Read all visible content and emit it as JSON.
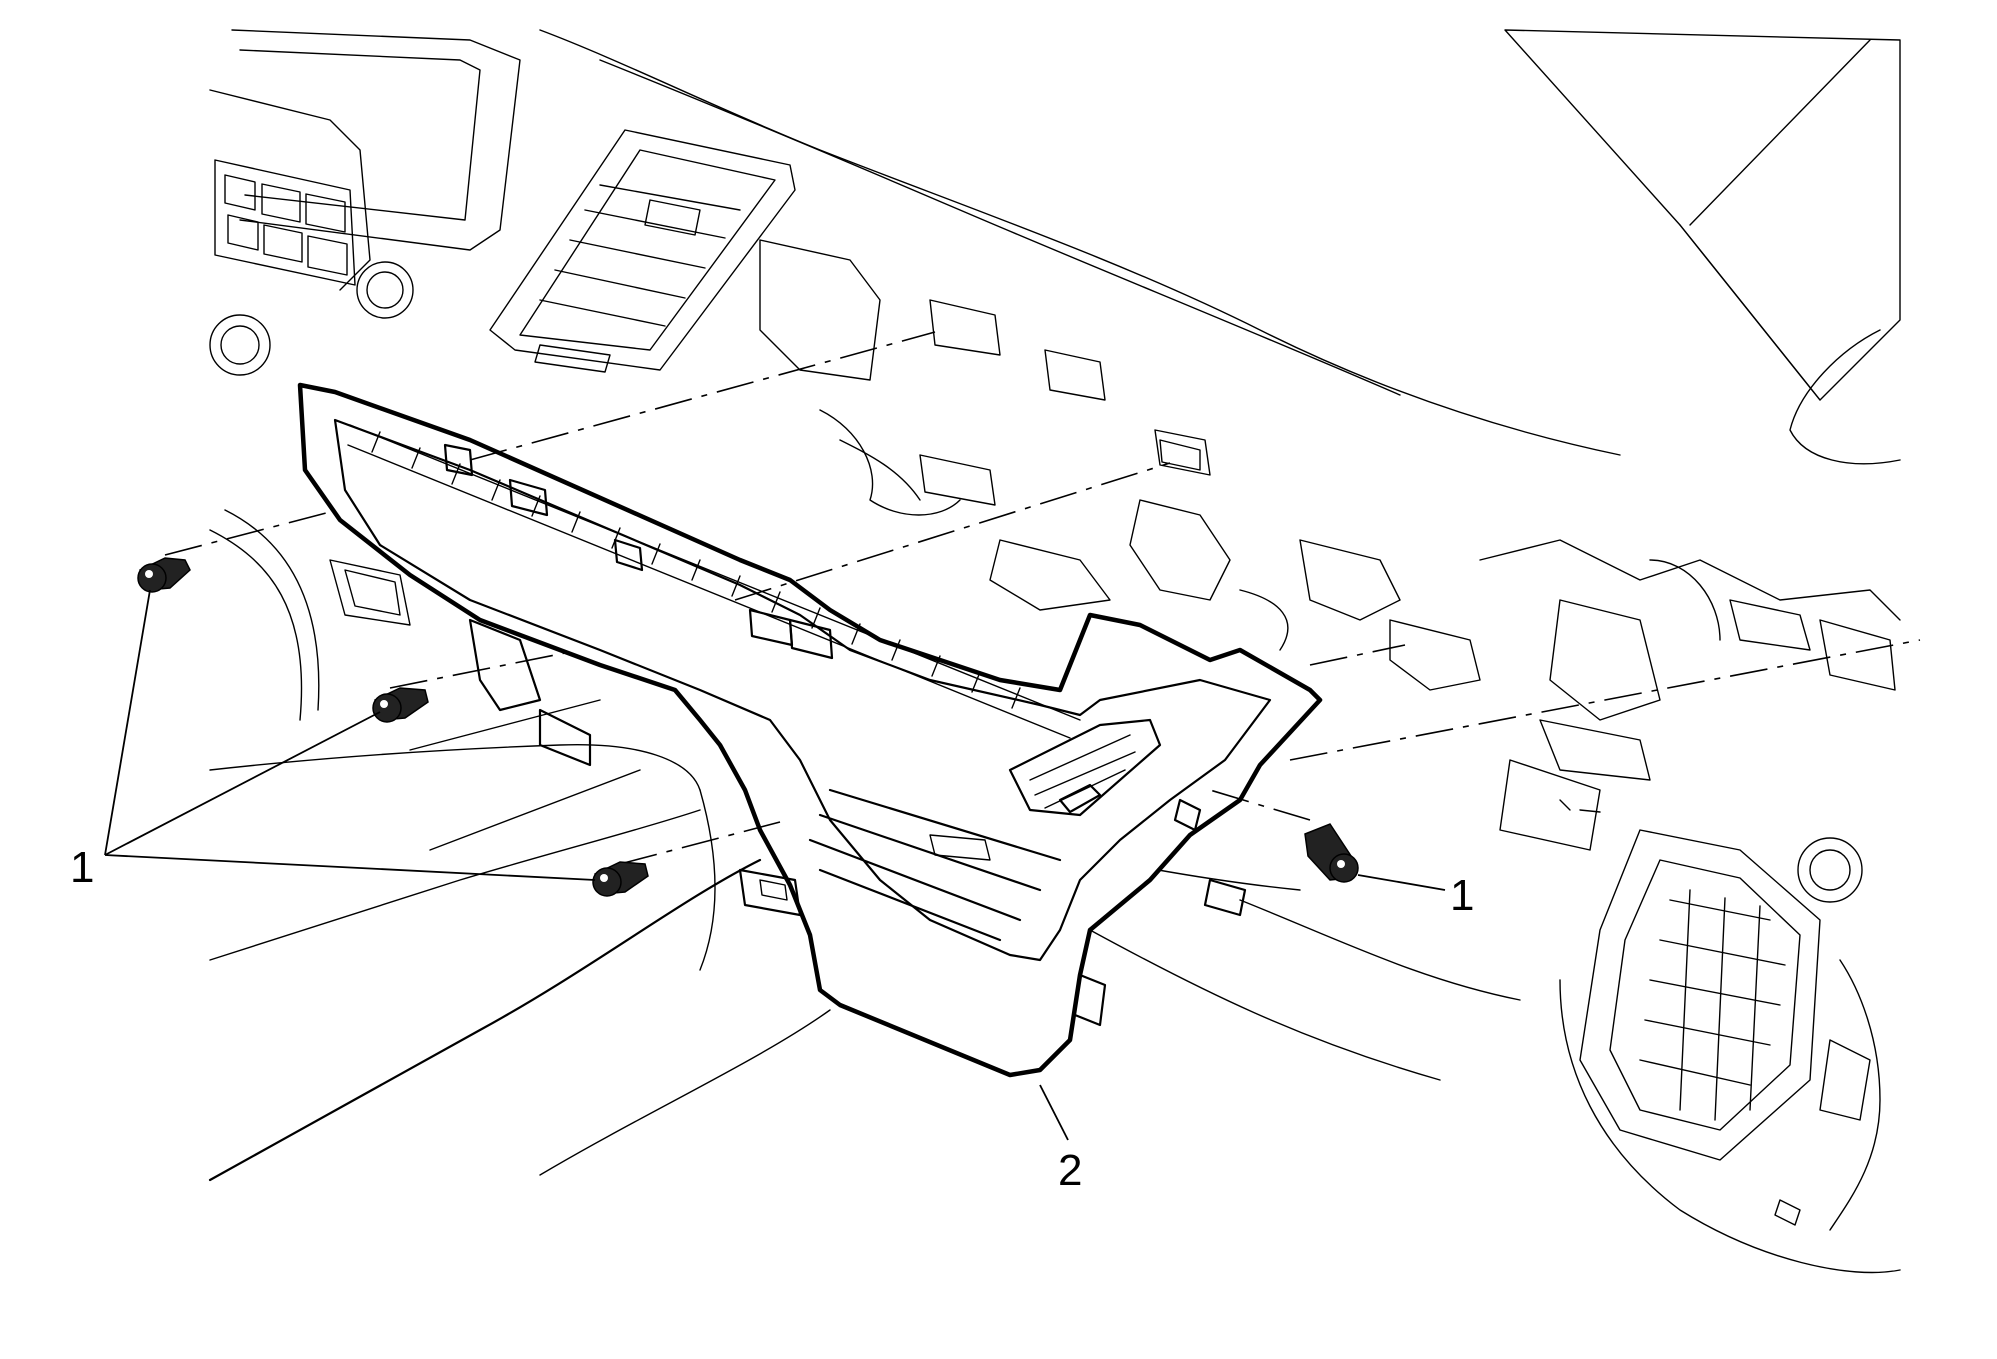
{
  "callouts": [
    {
      "id": "bolts-left",
      "label": "1"
    },
    {
      "id": "bolt-right",
      "label": "1"
    },
    {
      "id": "trim-panel",
      "label": "2"
    }
  ]
}
